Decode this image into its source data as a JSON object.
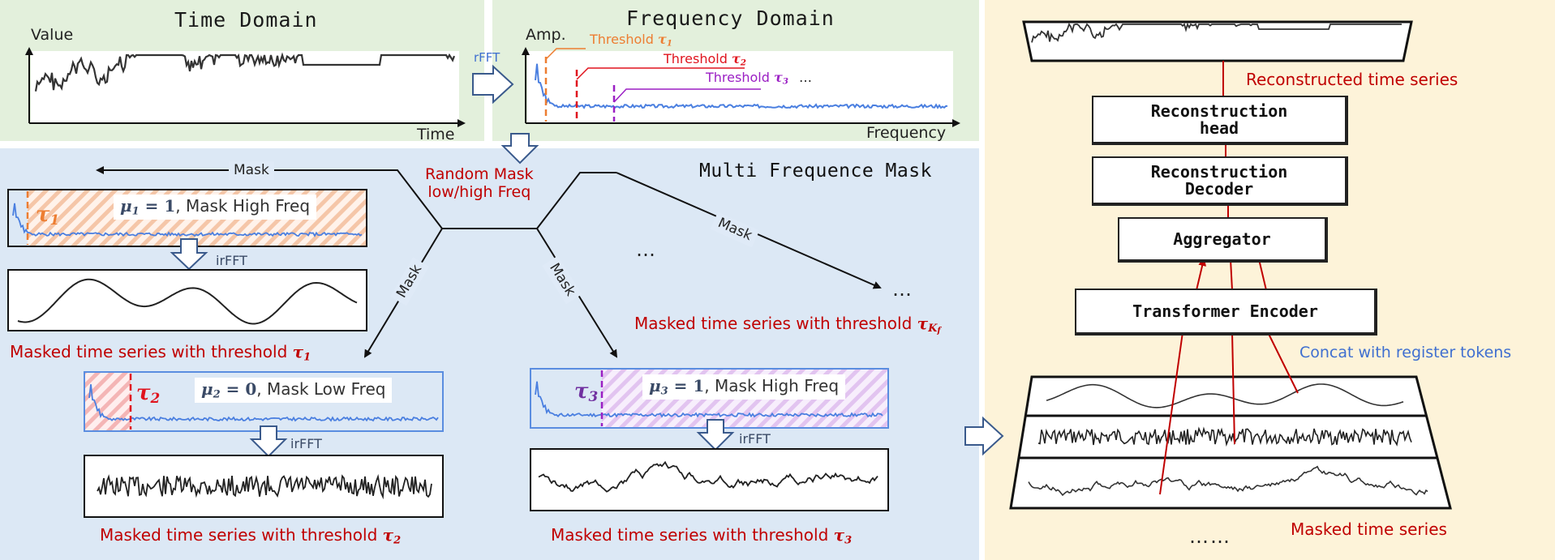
{
  "time_domain": {
    "title": "Time Domain",
    "y_label": "Value",
    "x_label": "Time"
  },
  "freq_domain": {
    "title": "Frequency Domain",
    "y_label": "Amp.",
    "x_label": "Frequency",
    "threshold_word": "Threshold",
    "tau1": "τ",
    "tau1_sub": "1",
    "tau2": "τ",
    "tau2_sub": "2",
    "tau3": "τ",
    "tau3_sub": "3",
    "ellipsis": "…"
  },
  "rfft_label": "rFFT",
  "random_mask": {
    "line1": "Random Mask",
    "line2": "low/high Freq"
  },
  "multi_mask_title": "Multi Frequence Mask",
  "mask_word": "Mask",
  "branch1": {
    "tau": "τ",
    "tau_sub": "1",
    "mu": "μ",
    "mu_sub": "1",
    "mu_val": "= 1",
    "desc": ", Mask High Freq",
    "irfft": "irFFT",
    "caption": "Masked time series with threshold ",
    "cap_tau": "τ",
    "cap_sub": "1"
  },
  "branch2": {
    "tau": "τ",
    "tau_sub": "2",
    "mu": "μ",
    "mu_sub": "2",
    "mu_val": "= 0",
    "desc": ", Mask Low Freq",
    "irfft": "irFFT",
    "caption": "Masked time series with threshold ",
    "cap_tau": "τ",
    "cap_sub": "2"
  },
  "branch3": {
    "tau": "τ",
    "tau_sub": "3",
    "mu": "μ",
    "mu_sub": "3",
    "mu_val": "= 1",
    "desc": ", Mask High Freq",
    "irfft": "irFFT",
    "caption": "Masked time series with threshold ",
    "cap_tau": "τ",
    "cap_sub": "3"
  },
  "branchK": {
    "caption": "Masked time series with threshold ",
    "cap_tau": "τ",
    "cap_sub": "K",
    "cap_subsub": "f",
    "dots_mid": "…",
    "dots_end": "…"
  },
  "right": {
    "reconstructed": "Reconstructed time series",
    "recon_head": "Reconstruction head",
    "recon_head_l1": "Reconstruction",
    "recon_head_l2": "head",
    "recon_decoder_l1": "Reconstruction",
    "recon_decoder_l2": "Decoder",
    "aggregator": "Aggregator",
    "encoder": "Transformer Encoder",
    "concat": "Concat with register tokens",
    "masked": "Masked time series",
    "dots": "……"
  },
  "colors": {
    "green_panel": "#e3f0dc",
    "blue_panel": "#dce8f5",
    "yellow_panel": "#fdf3d9",
    "orange": "#ed7d31",
    "red": "#e0141e",
    "purple": "#9b1fc4",
    "spectrum_blue": "#4a7fe0",
    "caption_red": "#c00000",
    "concat_blue": "#3f6fd0"
  }
}
